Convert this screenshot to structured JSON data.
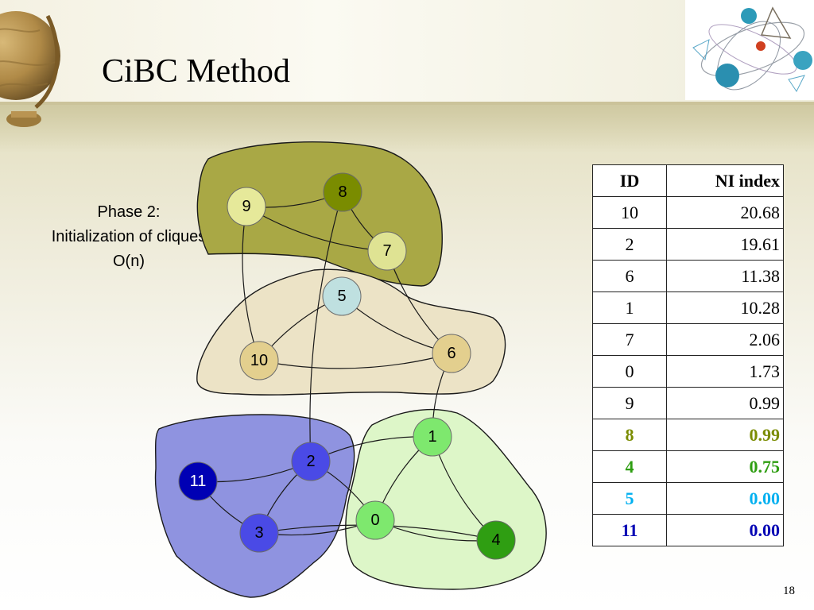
{
  "slide": {
    "title": "CiBC Method",
    "page_number": "18"
  },
  "phase": {
    "line1": "Phase 2:",
    "line2": "Initialization of cliques",
    "line3": "O(n)"
  },
  "graph": {
    "nodes": [
      {
        "id": "0",
        "label": "0",
        "color": "#7ee86e"
      },
      {
        "id": "1",
        "label": "1",
        "color": "#7ee86e"
      },
      {
        "id": "2",
        "label": "2",
        "color": "#4a4ae6"
      },
      {
        "id": "3",
        "label": "3",
        "color": "#4a4ae6"
      },
      {
        "id": "4",
        "label": "4",
        "color": "#2f9e12"
      },
      {
        "id": "5",
        "label": "5",
        "color": "#bfe0e0"
      },
      {
        "id": "6",
        "label": "6",
        "color": "#e3cf8e"
      },
      {
        "id": "7",
        "label": "7",
        "color": "#dfe393"
      },
      {
        "id": "8",
        "label": "8",
        "color": "#7a8c00"
      },
      {
        "id": "9",
        "label": "9",
        "color": "#e6e99a"
      },
      {
        "id": "10",
        "label": "10",
        "color": "#e3cf8e"
      },
      {
        "id": "11",
        "label": "11",
        "color": "#0000b4"
      }
    ],
    "edges": [
      [
        "9",
        "8"
      ],
      [
        "9",
        "7"
      ],
      [
        "8",
        "7"
      ],
      [
        "8",
        "2"
      ],
      [
        "9",
        "10"
      ],
      [
        "7",
        "6"
      ],
      [
        "5",
        "10"
      ],
      [
        "5",
        "6"
      ],
      [
        "10",
        "6"
      ],
      [
        "6",
        "1"
      ],
      [
        "1",
        "2"
      ],
      [
        "1",
        "0"
      ],
      [
        "1",
        "4"
      ],
      [
        "0",
        "4"
      ],
      [
        "0",
        "2"
      ],
      [
        "4",
        "3"
      ],
      [
        "11",
        "2"
      ],
      [
        "11",
        "3"
      ],
      [
        "2",
        "3"
      ],
      [
        "3",
        "0"
      ]
    ],
    "cluster_colors": {
      "olive": "#a9a845",
      "tan": "#ece3c6",
      "blue": "#8f93e0",
      "green": "#ddf6c8"
    }
  },
  "table": {
    "headers": [
      "ID",
      "NI index"
    ],
    "rows": [
      {
        "id": "10",
        "ni": "20.68",
        "color": "#000000",
        "bold": false
      },
      {
        "id": "2",
        "ni": "19.61",
        "color": "#000000",
        "bold": false
      },
      {
        "id": "6",
        "ni": "11.38",
        "color": "#000000",
        "bold": false
      },
      {
        "id": "1",
        "ni": "10.28",
        "color": "#000000",
        "bold": false
      },
      {
        "id": "7",
        "ni": "2.06",
        "color": "#000000",
        "bold": false
      },
      {
        "id": "0",
        "ni": "1.73",
        "color": "#000000",
        "bold": false
      },
      {
        "id": "9",
        "ni": "0.99",
        "color": "#000000",
        "bold": false
      },
      {
        "id": "8",
        "ni": "0.99",
        "color": "#7a8c00",
        "bold": true
      },
      {
        "id": "4",
        "ni": "0.75",
        "color": "#2f9e12",
        "bold": true
      },
      {
        "id": "5",
        "ni": "0.00",
        "color": "#00b0f0",
        "bold": true
      },
      {
        "id": "11",
        "ni": "0.00",
        "color": "#0000b4",
        "bold": true
      }
    ]
  }
}
